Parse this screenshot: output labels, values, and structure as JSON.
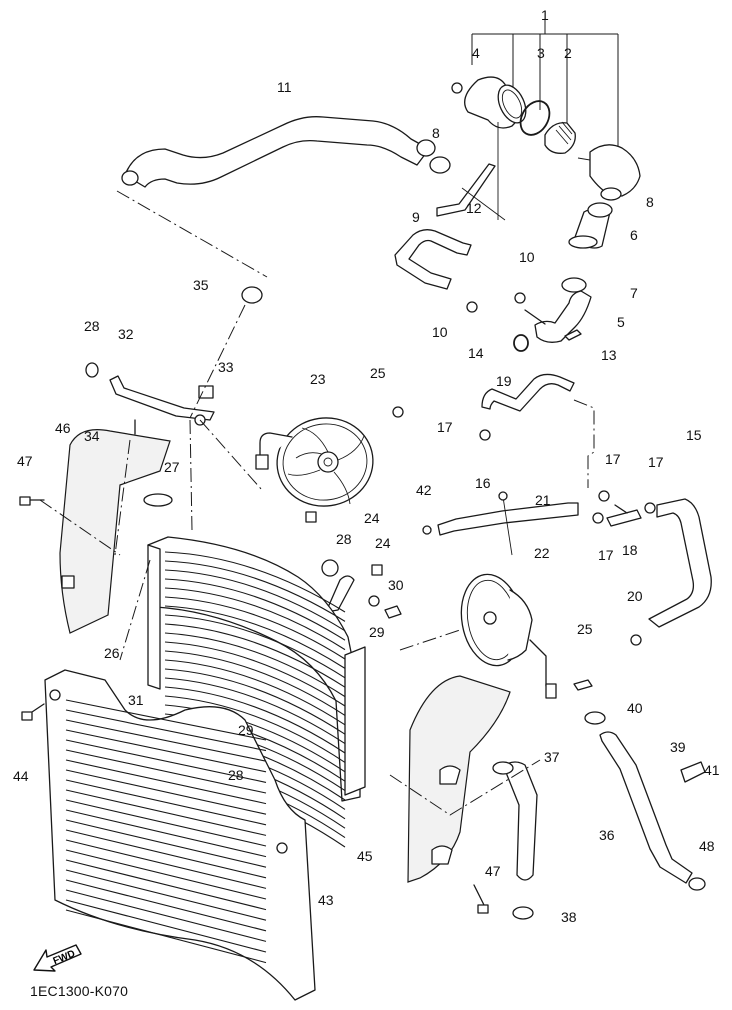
{
  "diagram": {
    "title": "Radiator / Cooling System Exploded View",
    "diagram_code": "1EC1300-K070",
    "direction_marker": {
      "icon": "fwd-arrow-icon",
      "label": "FWD"
    },
    "callouts": [
      {
        "id": "c1",
        "label": "1"
      },
      {
        "id": "c2",
        "label": "2"
      },
      {
        "id": "c3",
        "label": "3"
      },
      {
        "id": "c4",
        "label": "4"
      },
      {
        "id": "c5",
        "label": "5"
      },
      {
        "id": "c6",
        "label": "6"
      },
      {
        "id": "c7",
        "label": "7"
      },
      {
        "id": "c8a",
        "label": "8"
      },
      {
        "id": "c8b",
        "label": "8"
      },
      {
        "id": "c9",
        "label": "9"
      },
      {
        "id": "c10a",
        "label": "10"
      },
      {
        "id": "c10b",
        "label": "10"
      },
      {
        "id": "c11",
        "label": "11"
      },
      {
        "id": "c12",
        "label": "12"
      },
      {
        "id": "c13",
        "label": "13"
      },
      {
        "id": "c14",
        "label": "14"
      },
      {
        "id": "c15",
        "label": "15"
      },
      {
        "id": "c16",
        "label": "16"
      },
      {
        "id": "c17a",
        "label": "17"
      },
      {
        "id": "c17b",
        "label": "17"
      },
      {
        "id": "c17c",
        "label": "17"
      },
      {
        "id": "c17d",
        "label": "17"
      },
      {
        "id": "c18",
        "label": "18"
      },
      {
        "id": "c19",
        "label": "19"
      },
      {
        "id": "c20",
        "label": "20"
      },
      {
        "id": "c21",
        "label": "21"
      },
      {
        "id": "c22",
        "label": "22"
      },
      {
        "id": "c23",
        "label": "23"
      },
      {
        "id": "c24a",
        "label": "24"
      },
      {
        "id": "c24b",
        "label": "24"
      },
      {
        "id": "c25a",
        "label": "25"
      },
      {
        "id": "c25b",
        "label": "25"
      },
      {
        "id": "c26",
        "label": "26"
      },
      {
        "id": "c27",
        "label": "27"
      },
      {
        "id": "c28a",
        "label": "28"
      },
      {
        "id": "c28b",
        "label": "28"
      },
      {
        "id": "c28c",
        "label": "28"
      },
      {
        "id": "c29a",
        "label": "29"
      },
      {
        "id": "c29b",
        "label": "29"
      },
      {
        "id": "c30",
        "label": "30"
      },
      {
        "id": "c31",
        "label": "31"
      },
      {
        "id": "c32",
        "label": "32"
      },
      {
        "id": "c33",
        "label": "33"
      },
      {
        "id": "c34",
        "label": "34"
      },
      {
        "id": "c35",
        "label": "35"
      },
      {
        "id": "c36",
        "label": "36"
      },
      {
        "id": "c37",
        "label": "37"
      },
      {
        "id": "c38",
        "label": "38"
      },
      {
        "id": "c39",
        "label": "39"
      },
      {
        "id": "c40",
        "label": "40"
      },
      {
        "id": "c41",
        "label": "41"
      },
      {
        "id": "c42",
        "label": "42"
      },
      {
        "id": "c43",
        "label": "43"
      },
      {
        "id": "c44",
        "label": "44"
      },
      {
        "id": "c45",
        "label": "45"
      },
      {
        "id": "c46",
        "label": "46"
      },
      {
        "id": "c47a",
        "label": "47"
      },
      {
        "id": "c47b",
        "label": "47"
      },
      {
        "id": "c48",
        "label": "48"
      }
    ]
  }
}
